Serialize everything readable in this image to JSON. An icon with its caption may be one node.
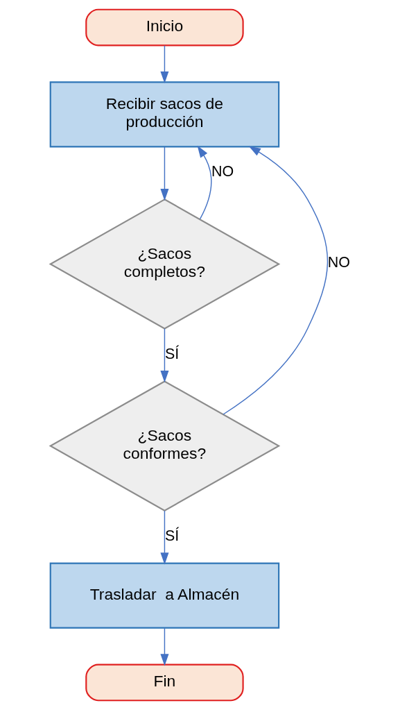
{
  "diagram": {
    "nodes": [
      {
        "text": [
          "Inicio"
        ]
      },
      {
        "text": [
          "Recibir sacos de producción"
        ]
      },
      {
        "text": [
          "¿Sacos completos?"
        ]
      },
      {
        "text": [
          "¿Sacos conformes?"
        ]
      },
      {
        "text": [
          "Trasladar  a Almacén"
        ]
      },
      {
        "text": [
          "Fin"
        ]
      }
    ],
    "edges": [
      {
        "from": 0,
        "to": 1,
        "arrow": "to"
      },
      {
        "from": 1,
        "to": 2,
        "arrow": "to"
      },
      {
        "from": 2,
        "to": 1,
        "arrow": "to",
        "label": "NO"
      },
      {
        "from": 2,
        "to": 3,
        "arrow": "to",
        "label": "SÍ"
      },
      {
        "from": 3,
        "to": 1,
        "arrow": "to",
        "label": "NO"
      },
      {
        "from": 3,
        "to": 4,
        "arrow": "to",
        "label": "SÍ"
      },
      {
        "from": 4,
        "to": 5,
        "arrow": "to"
      }
    ]
  }
}
